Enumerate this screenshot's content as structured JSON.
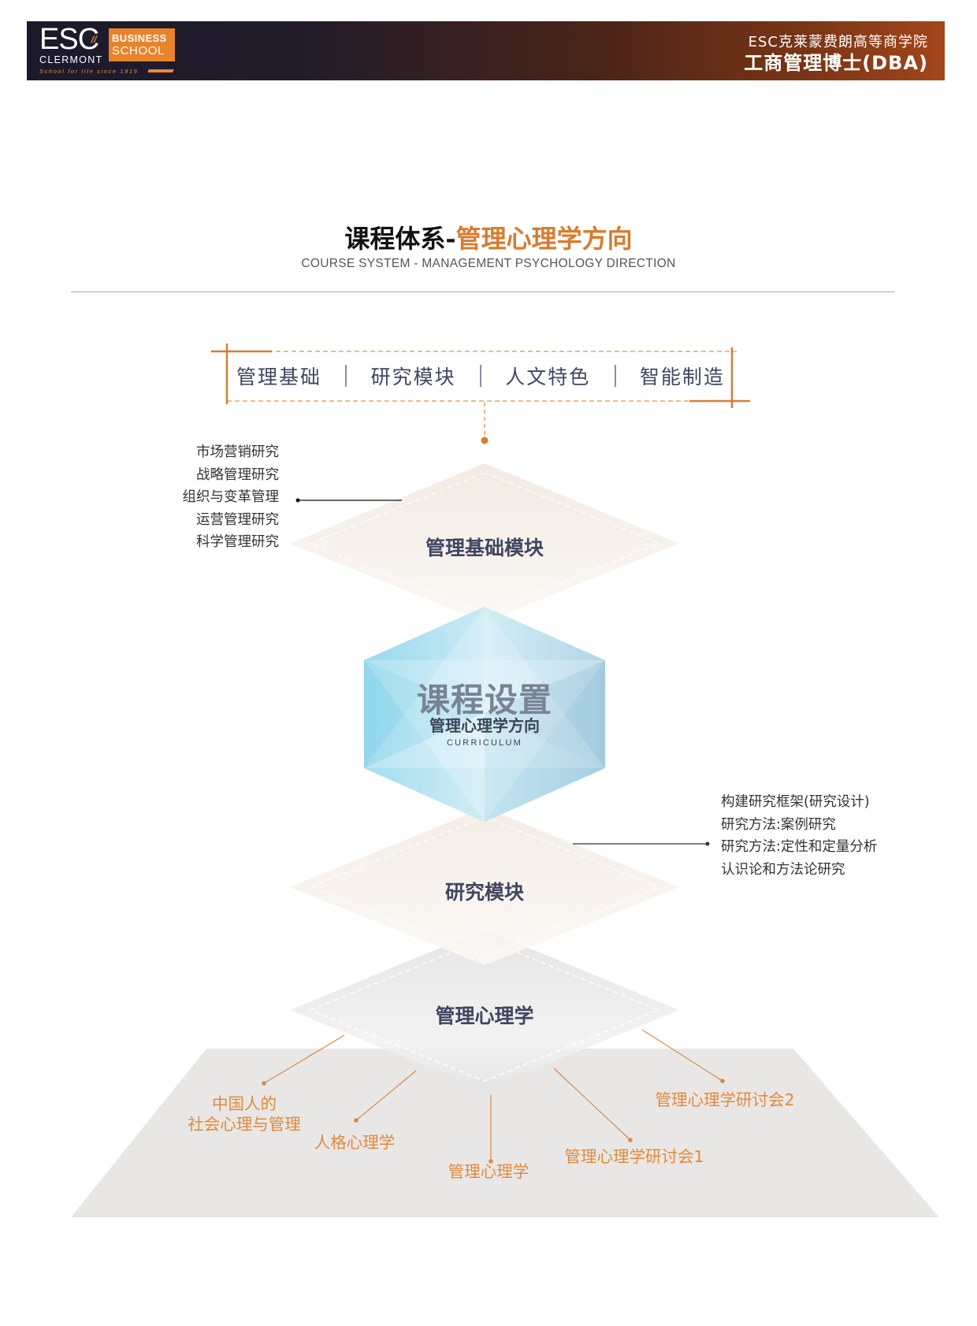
{
  "header": {
    "logo": {
      "esc": "ESC",
      "mark": "//",
      "clermont": "CLERMONT",
      "tagline": "School for life since 1919",
      "box_line1": "BUSINESS",
      "box_line2": "SCHOOL"
    },
    "school_name": "ESC克莱蒙费朗高等商学院",
    "program": "工商管理博士(DBA)"
  },
  "title": {
    "main_black": "课程体系-",
    "main_orange": "管理心理学方向",
    "subtitle": "COURSE SYSTEM - MANAGEMENT PSYCHOLOGY DIRECTION"
  },
  "tabs": [
    {
      "label": "管理基础"
    },
    {
      "label": "研究模块"
    },
    {
      "label": "人文特色"
    },
    {
      "label": "智能制造"
    }
  ],
  "modules": {
    "foundation": {
      "label": "管理基础模块",
      "items": [
        "市场营销研究",
        "战略管理研究",
        "组织与变革管理",
        "运营管理研究",
        "科学管理研究"
      ]
    },
    "core": {
      "title": "课程设置",
      "subtitle": "管理心理学方向",
      "english": "CURRICULUM"
    },
    "research": {
      "label": "研究模块",
      "items": [
        "构建研究框架(研究设计)",
        "研究方法:案例研究",
        "研究方法:定性和定量分析",
        "认识论和方法论研究"
      ]
    },
    "specialty": {
      "label": "管理心理学",
      "courses": [
        {
          "label_line1": "中国人的",
          "label_line2": "社会心理与管理"
        },
        {
          "label_line1": "人格心理学"
        },
        {
          "label_line1": "管理心理学"
        },
        {
          "label_line1": "管理心理学研讨会1"
        },
        {
          "label_line1": "管理心理学研讨会2"
        }
      ]
    }
  },
  "colors": {
    "accent_orange": "#d97b2e",
    "text_navy": "#3f4660",
    "header_dark": "#1b1a2c",
    "header_rust": "#a4461a",
    "diamond_beige": "#f4ece4",
    "diamond_gray": "#e6e5e5",
    "platform_gray": "#e9e7e5",
    "hex_blue": "#a9dced"
  }
}
